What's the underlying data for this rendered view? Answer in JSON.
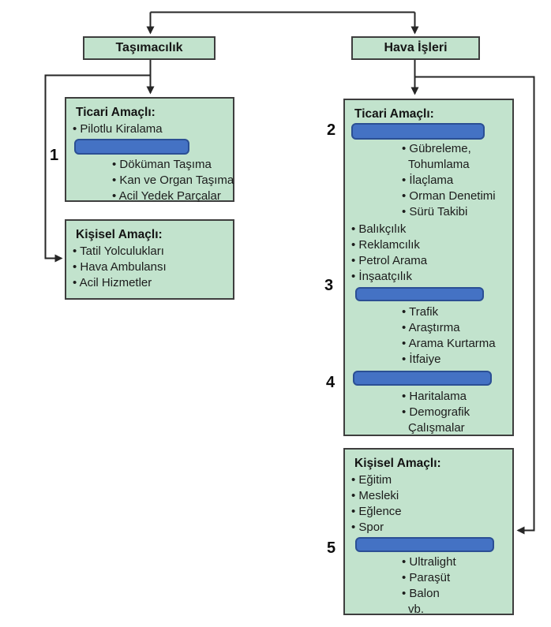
{
  "colors": {
    "box_fill": "#c2e3cd",
    "box_border": "#3e3e3e",
    "blank_fill": "#4472c4",
    "blank_border": "#2b4f94",
    "wire": "#262626"
  },
  "nodes": {
    "transport": {
      "label": "Taşımacılık"
    },
    "aerial": {
      "label": "Hava İşleri"
    }
  },
  "left_commercial": {
    "title": "Ticari Amaçlı:",
    "item1": "• Pilotlu Kiralama",
    "blank_number": "1",
    "sub": [
      "• Döküman Taşıma",
      "• Kan ve Organ Taşıma",
      "• Acil Yedek Parçalar"
    ]
  },
  "left_personal": {
    "title": "Kişisel Amaçlı:",
    "items": [
      "• Tatil Yolculukları",
      "• Hava Ambulansı",
      "• Acil Hizmetler"
    ]
  },
  "right_commercial": {
    "title": "Ticari Amaçlı:",
    "blank2_number": "2",
    "sub2": [
      "• Gübreleme,",
      "Tohumlama",
      "• İlaçlama",
      "• Orman Denetimi",
      "• Sürü Takibi"
    ],
    "mid": [
      "• Balıkçılık",
      "• Reklamcılık",
      "• Petrol Arama",
      "• İnşaatçılık"
    ],
    "blank3_number": "3",
    "sub3": [
      "• Trafik",
      "• Araştırma",
      "• Arama Kurtarma",
      "• İtfaiye"
    ],
    "blank4_number": "4",
    "sub4": [
      "• Haritalama",
      "• Demografik",
      "Çalışmalar"
    ]
  },
  "right_personal": {
    "title": "Kişisel Amaçlı:",
    "items": [
      "• Eğitim",
      "• Mesleki",
      "• Eğlence",
      "• Spor"
    ],
    "blank5_number": "5",
    "sub": [
      "• Ultralight",
      "• Paraşüt",
      "• Balon",
      "vb."
    ]
  }
}
